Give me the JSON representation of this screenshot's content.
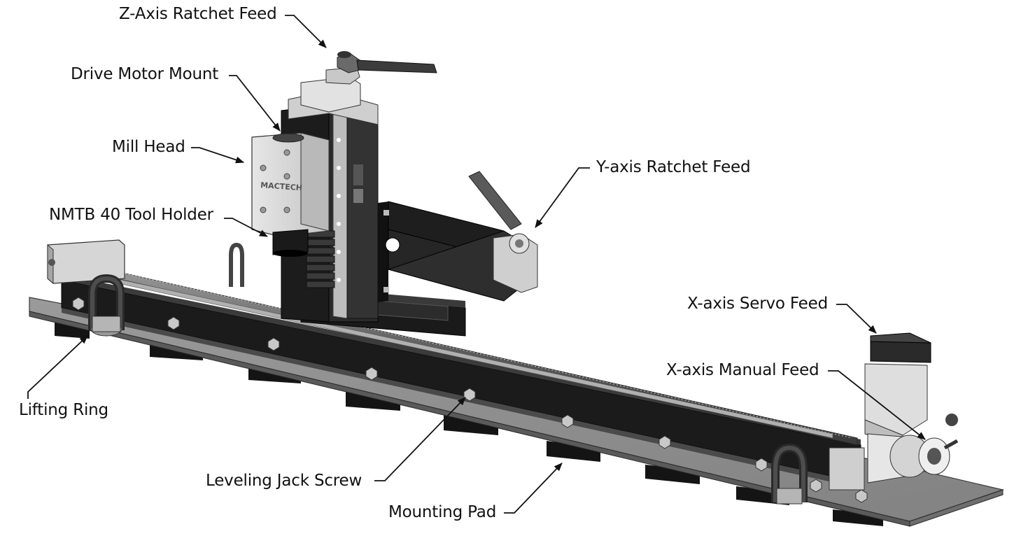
{
  "callouts": {
    "z_axis_ratchet_feed": "Z-Axis Ratchet Feed",
    "drive_motor_mount": "Drive Motor Mount",
    "mill_head": "Mill Head",
    "nmtb_tool_holder": "NMTB 40 Tool Holder",
    "y_axis_ratchet_feed": "Y-axis Ratchet Feed",
    "x_axis_servo_feed": "X-axis Servo Feed",
    "x_axis_manual_feed": "X-axis Manual Feed",
    "lifting_ring": "Lifting Ring",
    "leveling_jack_screw": "Leveling Jack Screw",
    "mounting_pad": "Mounting Pad"
  },
  "branding": {
    "head_logo": "MACTECH"
  },
  "colors": {
    "base_plate": "#8e8e8e",
    "base_plate_side": "#6a6a6a",
    "rail": "#1c1c1c",
    "bracket": "#2a2a2a",
    "head_light": "#d9d9d9",
    "head_shade": "#b4b4b4",
    "leader": "#111111"
  }
}
